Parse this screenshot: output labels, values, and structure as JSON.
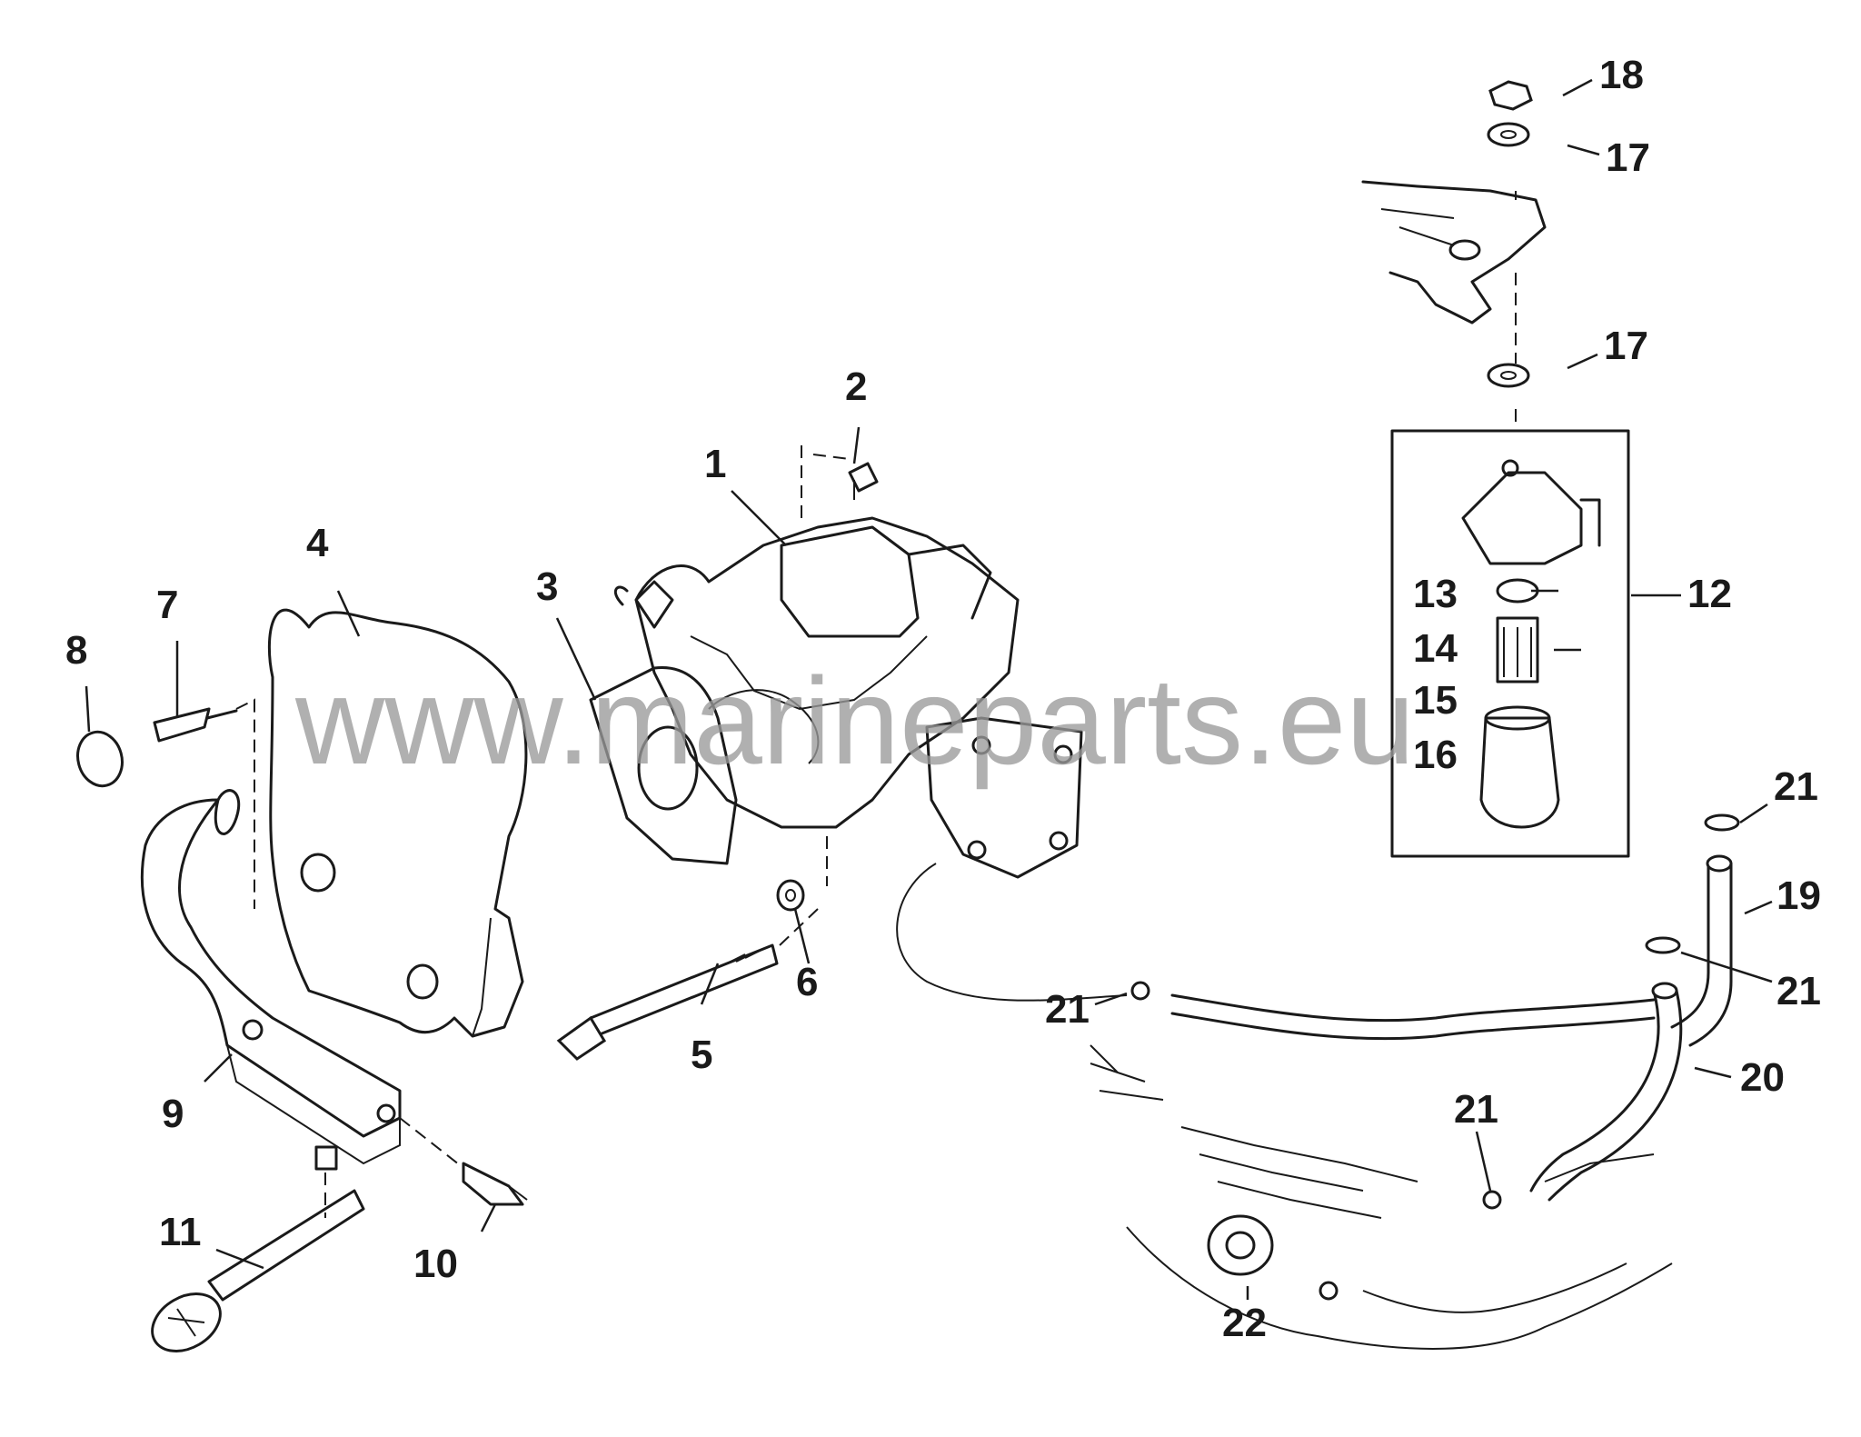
{
  "watermark": "www.marineparts.eu",
  "callouts": {
    "c1": "1",
    "c2": "2",
    "c3": "3",
    "c4": "4",
    "c5": "5",
    "c6": "6",
    "c7": "7",
    "c8": "8",
    "c9": "9",
    "c10": "10",
    "c11": "11",
    "c12": "12",
    "c13": "13",
    "c14": "14",
    "c15": "15",
    "c16": "16",
    "c17a": "17",
    "c17b": "17",
    "c18": "18",
    "c19": "19",
    "c20": "20",
    "c21a": "21",
    "c21b": "21",
    "c21c": "21",
    "c21d": "21",
    "c22": "22"
  }
}
